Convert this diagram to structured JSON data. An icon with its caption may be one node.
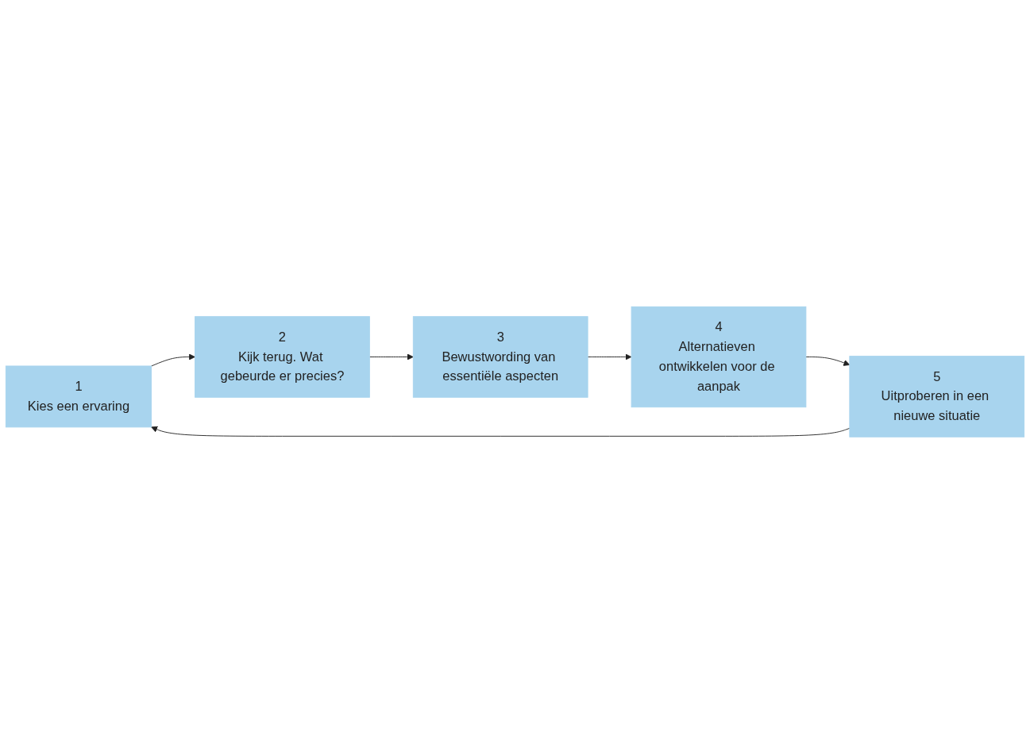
{
  "diagram": {
    "nodes": [
      {
        "text": [
          "1",
          "Kies een ervaring"
        ]
      },
      {
        "text": [
          "2",
          "Kijk terug. Wat gebeurde er precies?"
        ]
      },
      {
        "text": [
          "3",
          "Bewustwording van essentiële aspecten"
        ]
      },
      {
        "text": [
          "4",
          "Alternatieven ontwikkelen voor de aanpak"
        ]
      },
      {
        "text": [
          "5",
          "Uitproberen in een nieuwe situatie"
        ]
      }
    ],
    "edges": [
      {
        "from": 0,
        "to": 1,
        "arrow": "to"
      },
      {
        "from": 1,
        "to": 2,
        "arrow": "to"
      },
      {
        "from": 2,
        "to": 3,
        "arrow": "to"
      },
      {
        "from": 3,
        "to": 4,
        "arrow": "to"
      },
      {
        "from": 4,
        "to": 0,
        "arrow": "to"
      }
    ]
  }
}
